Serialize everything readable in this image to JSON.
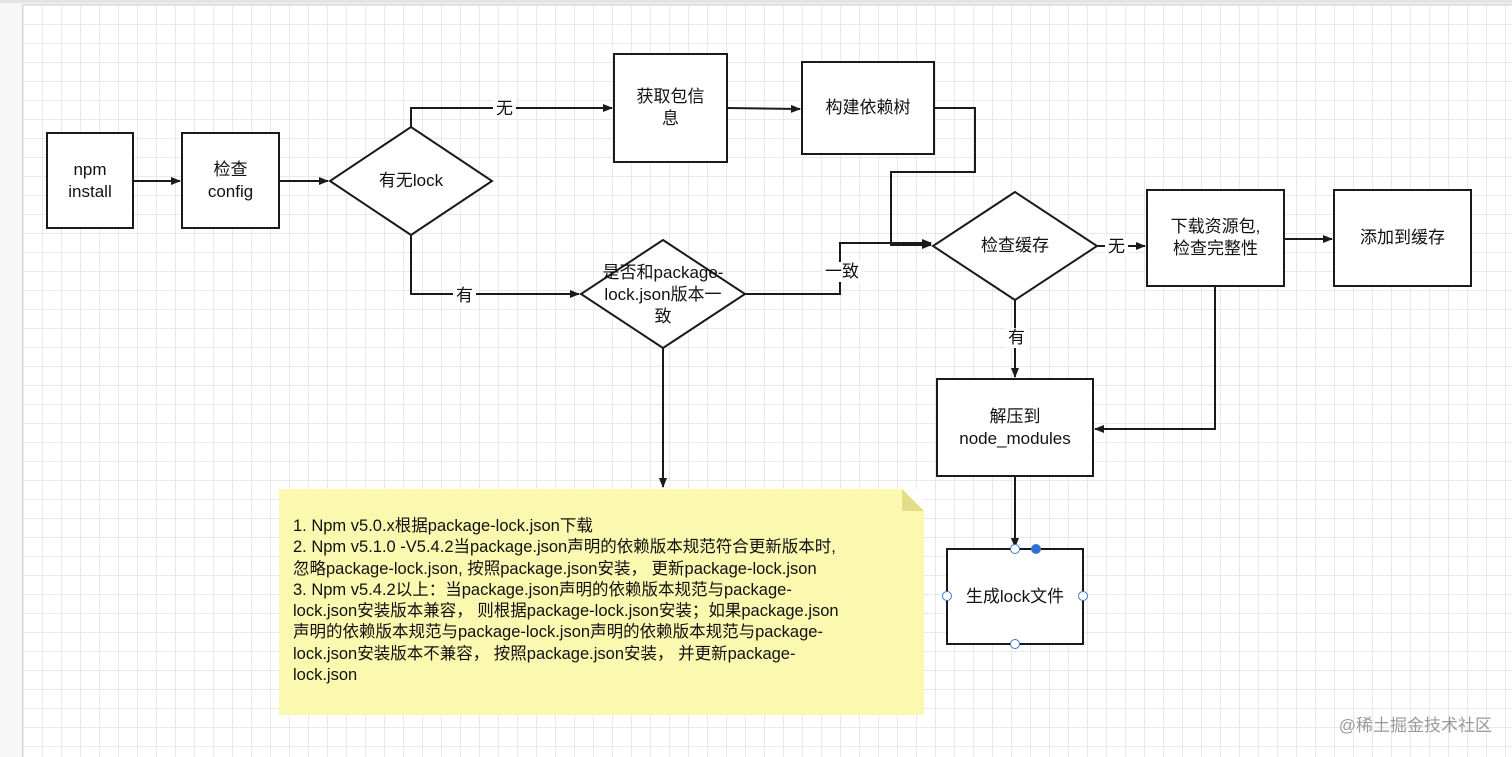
{
  "nodes": {
    "npm_install": {
      "line1": "npm",
      "line2": "install"
    },
    "check_config": {
      "line1": "检查",
      "line2": "config"
    },
    "has_lock": {
      "text": "有无lock"
    },
    "fetch_info": {
      "line1": "获取包信",
      "line2": "息"
    },
    "build_tree": {
      "text": "构建依赖树"
    },
    "consistent": {
      "line1": "是否和package-",
      "line2": "lock.json版本一",
      "line3": "致"
    },
    "check_cache": {
      "text": "检查缓存"
    },
    "download": {
      "line1": "下载资源包,",
      "line2": "检查完整性"
    },
    "add_cache": {
      "text": "添加到缓存"
    },
    "extract": {
      "line1": "解压到",
      "line2": "node_modules"
    },
    "gen_lock": {
      "text": "生成lock文件"
    }
  },
  "edges": {
    "no_lock": "无",
    "has_lock": "有",
    "consistent": "一致",
    "no_cache": "无",
    "has_cache": "有"
  },
  "note": {
    "lines": [
      "1. Npm v5.0.x根据package-lock.json下载",
      "2. Npm v5.1.0 -V5.4.2当package.json声明的依赖版本规范符合更新版本时,",
      "忽略package-lock.json, 按照package.json安装， 更新package-lock.json",
      "3. Npm v5.4.2以上：当package.json声明的依赖版本规范与package-",
      "lock.json安装版本兼容， 则根据package-lock.json安装；如果package.json",
      "声明的依赖版本规范与package-lock.json声明的依赖版本规范与package-",
      "lock.json安装版本不兼容， 按照package.json安装， 并更新package-",
      "lock.json"
    ],
    "color": "#fbf8b0"
  },
  "watermark": "@稀土掘金技术社区",
  "colors": {
    "stroke": "#1a1a1a",
    "handle": "#3a7bd5"
  }
}
